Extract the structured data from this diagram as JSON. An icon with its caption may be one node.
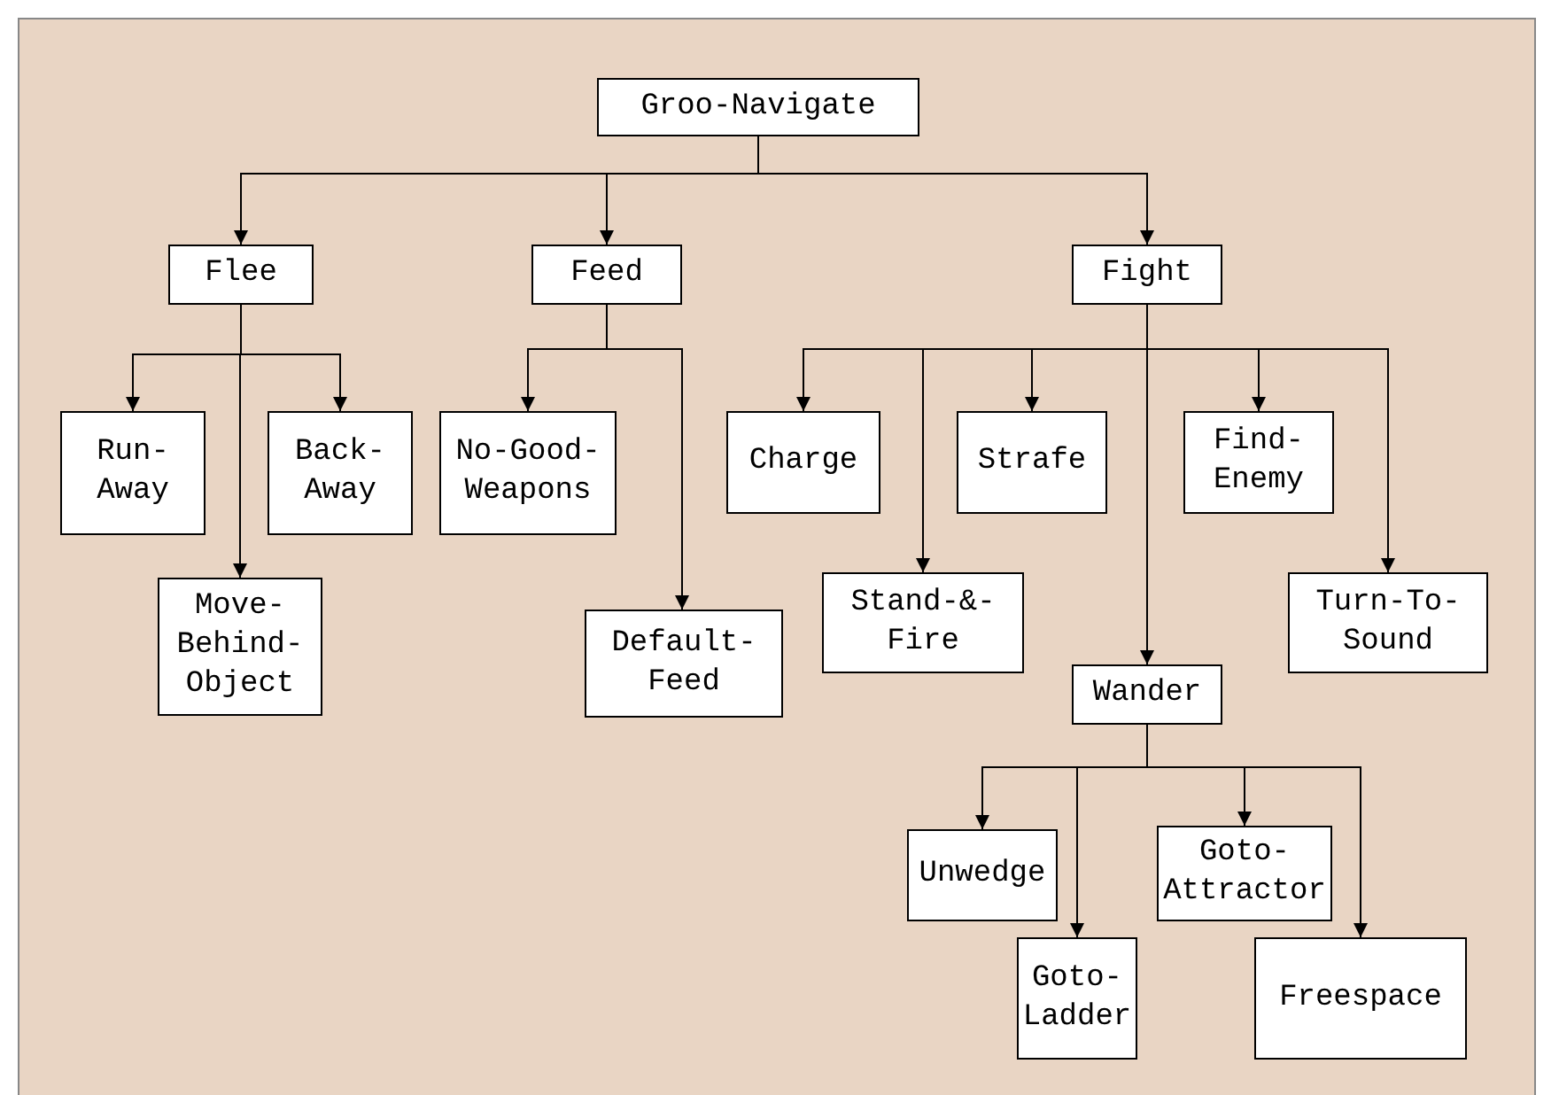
{
  "diagram": {
    "nodes": [
      {
        "text": [
          "Groo-Navigate"
        ]
      },
      {
        "text": [
          "Flee"
        ]
      },
      {
        "text": [
          "Feed"
        ]
      },
      {
        "text": [
          "Fight"
        ]
      },
      {
        "text": [
          "Run- Away"
        ]
      },
      {
        "text": [
          "Back- Away"
        ]
      },
      {
        "text": [
          "Move- Behind- Object"
        ]
      },
      {
        "text": [
          "No-Good- Weapons"
        ]
      },
      {
        "text": [
          "Default- Feed"
        ]
      },
      {
        "text": [
          "Charge"
        ]
      },
      {
        "text": [
          "Strafe"
        ]
      },
      {
        "text": [
          "Find- Enemy"
        ]
      },
      {
        "text": [
          "Stand-&- Fire"
        ]
      },
      {
        "text": [
          "Turn-To- Sound"
        ]
      },
      {
        "text": [
          "Wander"
        ]
      },
      {
        "text": [
          "Unwedge"
        ]
      },
      {
        "text": [
          "Goto- Attractor"
        ]
      },
      {
        "text": [
          "Goto- Ladder"
        ]
      },
      {
        "text": [
          "Freespace"
        ]
      }
    ],
    "edges": [
      {
        "from": 0,
        "to": 1,
        "arrow": "to"
      },
      {
        "from": 0,
        "to": 2,
        "arrow": "to"
      },
      {
        "from": 0,
        "to": 3,
        "arrow": "to"
      },
      {
        "from": 1,
        "to": 4,
        "arrow": "to"
      },
      {
        "from": 1,
        "to": 6,
        "arrow": "to"
      },
      {
        "from": 1,
        "to": 5,
        "arrow": "to"
      },
      {
        "from": 2,
        "to": 7,
        "arrow": "to"
      },
      {
        "from": 2,
        "to": 8,
        "arrow": "to"
      },
      {
        "from": 3,
        "to": 9,
        "arrow": "to"
      },
      {
        "from": 3,
        "to": 12,
        "arrow": "to"
      },
      {
        "from": 3,
        "to": 10,
        "arrow": "to"
      },
      {
        "from": 3,
        "to": 14,
        "arrow": "to"
      },
      {
        "from": 3,
        "to": 11,
        "arrow": "to"
      },
      {
        "from": 3,
        "to": 13,
        "arrow": "to"
      },
      {
        "from": 14,
        "to": 15,
        "arrow": "to"
      },
      {
        "from": 14,
        "to": 17,
        "arrow": "to"
      },
      {
        "from": 14,
        "to": 16,
        "arrow": "to"
      },
      {
        "from": 14,
        "to": 18,
        "arrow": "to"
      }
    ]
  }
}
